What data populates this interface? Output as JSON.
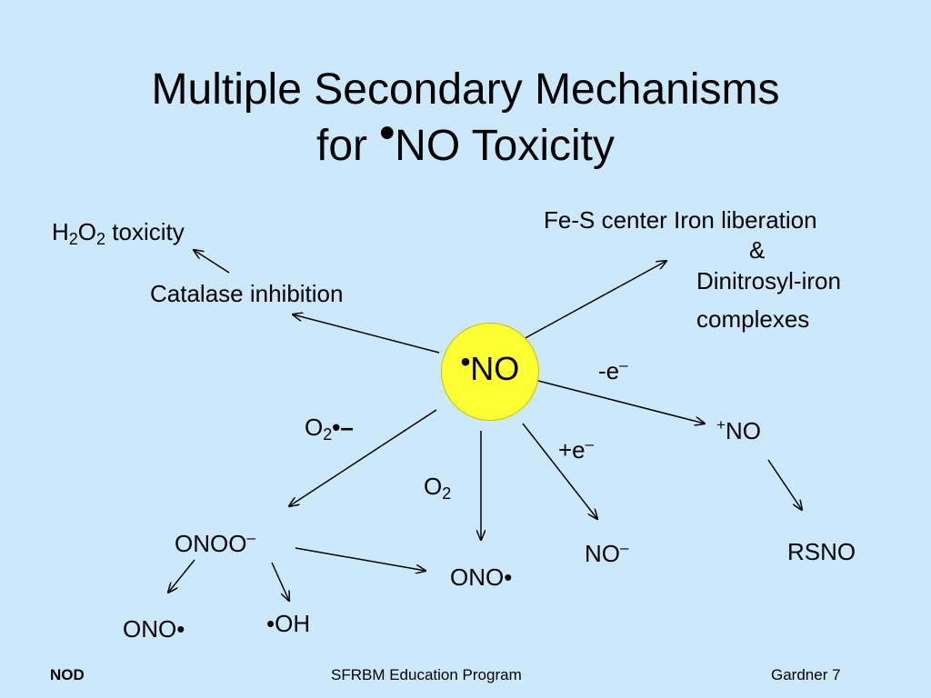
{
  "slide": {
    "title_line1": "Multiple Secondary Mechanisms",
    "title_line2_prefix": "for ",
    "title_radical": "•",
    "title_line2_suffix": "NO Toxicity"
  },
  "diagram": {
    "center": {
      "radical": "•",
      "label": "NO",
      "fill": "#ffff33"
    },
    "h2o2_toxicity": {
      "a": "H",
      "a_sub": "2",
      "b": "O",
      "b_sub": "2",
      "rest": " toxicity"
    },
    "catalase_inhibition": "Catalase inhibition",
    "fes_line1": "Fe-S center Iron liberation",
    "fes_amp": "&",
    "fes_line2": "Dinitrosyl-iron",
    "fes_line3": "complexes",
    "minus_e": {
      "text": "-e",
      "sup": "–"
    },
    "plus_no": {
      "sup": "+",
      "text": "NO"
    },
    "plus_e": {
      "text": "+e",
      "sup": "–"
    },
    "o2_superoxide": {
      "a": "O",
      "sub": "2",
      "rest": "•–"
    },
    "o2": {
      "a": "O",
      "sub": "2"
    },
    "onoo": {
      "text": "ONOO",
      "sup": "–"
    },
    "no_minus": {
      "text": "NO",
      "sup": "–"
    },
    "rsno": "RSNO",
    "ono_center": "ONO•",
    "ono_left": "ONO•",
    "oh": "•OH"
  },
  "footer": {
    "left": "NOD",
    "center": "SFRBM Education Program",
    "right": "Gardner 7"
  },
  "colors": {
    "background": "#cce9fb",
    "circle": "#ffff33"
  }
}
